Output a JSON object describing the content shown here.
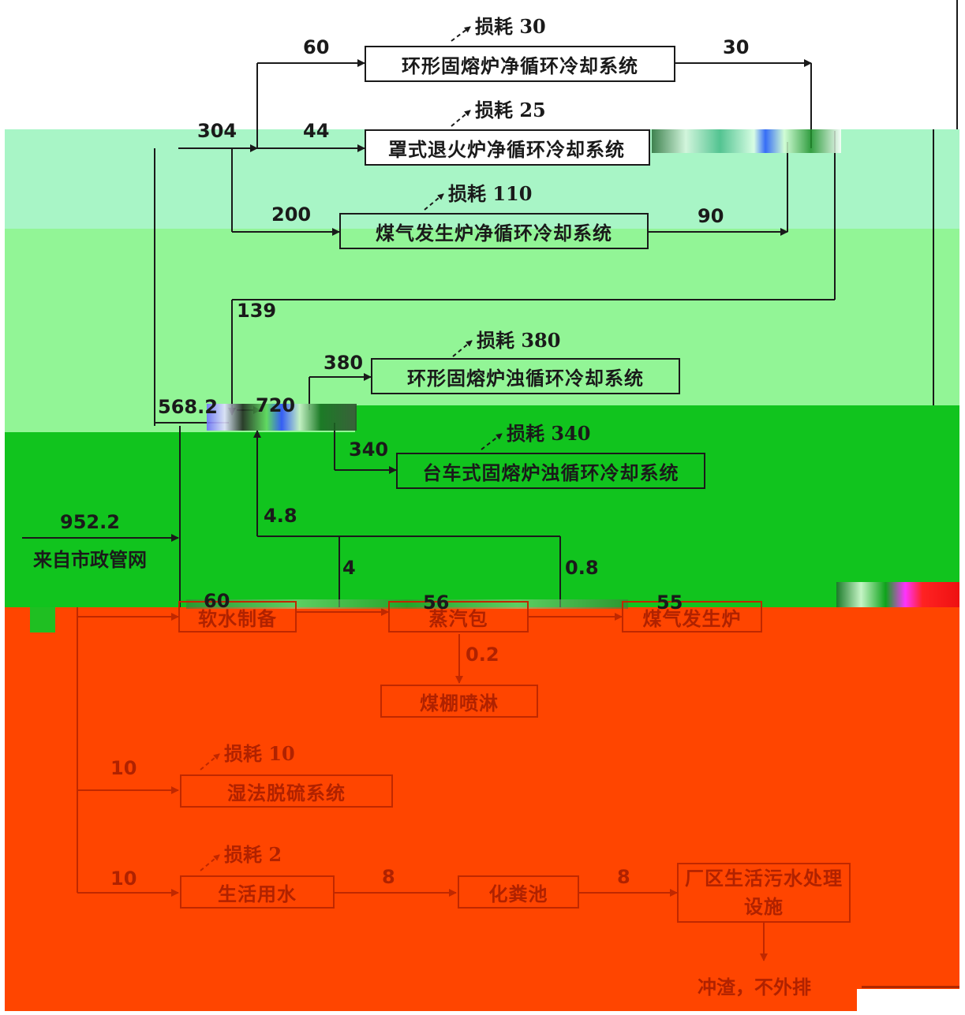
{
  "colors": {
    "band_top": "#a8f5c6",
    "band_mid": "#92f596",
    "band_green": "#11c41e",
    "band_red": "#ff4500",
    "line_dark": "#1a1a1a",
    "line_red": "#c02800"
  },
  "boxes": {
    "ring_clean": "环形固熔炉净循环冷却系统",
    "hood_clean": "罩式退火炉净循环冷却系统",
    "gas_clean": "煤气发生炉净循环冷却系统",
    "ring_turbid": "环形固熔炉浊循环冷却系统",
    "trolley_turbid": "台车式固熔炉浊循环冷却系统",
    "soft_water": "软水制备",
    "steam_drum": "蒸汽包",
    "gas_generator": "煤气发生炉",
    "coal_shed": "煤棚喷淋",
    "desulfur": "湿法脱硫系统",
    "domestic": "生活用水",
    "septic": "化粪池",
    "sewage": "厂区生活污水处理设施"
  },
  "losses": {
    "ring_clean": "损耗 30",
    "hood_clean": "损耗 25",
    "gas_clean": "损耗 110",
    "ring_turbid": "损耗 380",
    "trolley_turbid": "损耗 340",
    "desulfur": "损耗 10",
    "domestic": "损耗 2"
  },
  "flows": {
    "f304": "304",
    "f60": "60",
    "f30": "30",
    "f44": "44",
    "f200": "200",
    "f90": "90",
    "f139": "139",
    "f568": "568.2",
    "f720": "720",
    "f380": "380",
    "f340": "340",
    "f9522": "952.2",
    "f48": "4.8",
    "f4": "4",
    "f08": "0.8",
    "f60b": "60",
    "f56": "56",
    "f55": "55",
    "f02": "0.2",
    "f10a": "10",
    "f10b": "10",
    "f8a": "8",
    "f8b": "8"
  },
  "source_label": "来自市政管网",
  "final_note": "冲渣，不外排"
}
